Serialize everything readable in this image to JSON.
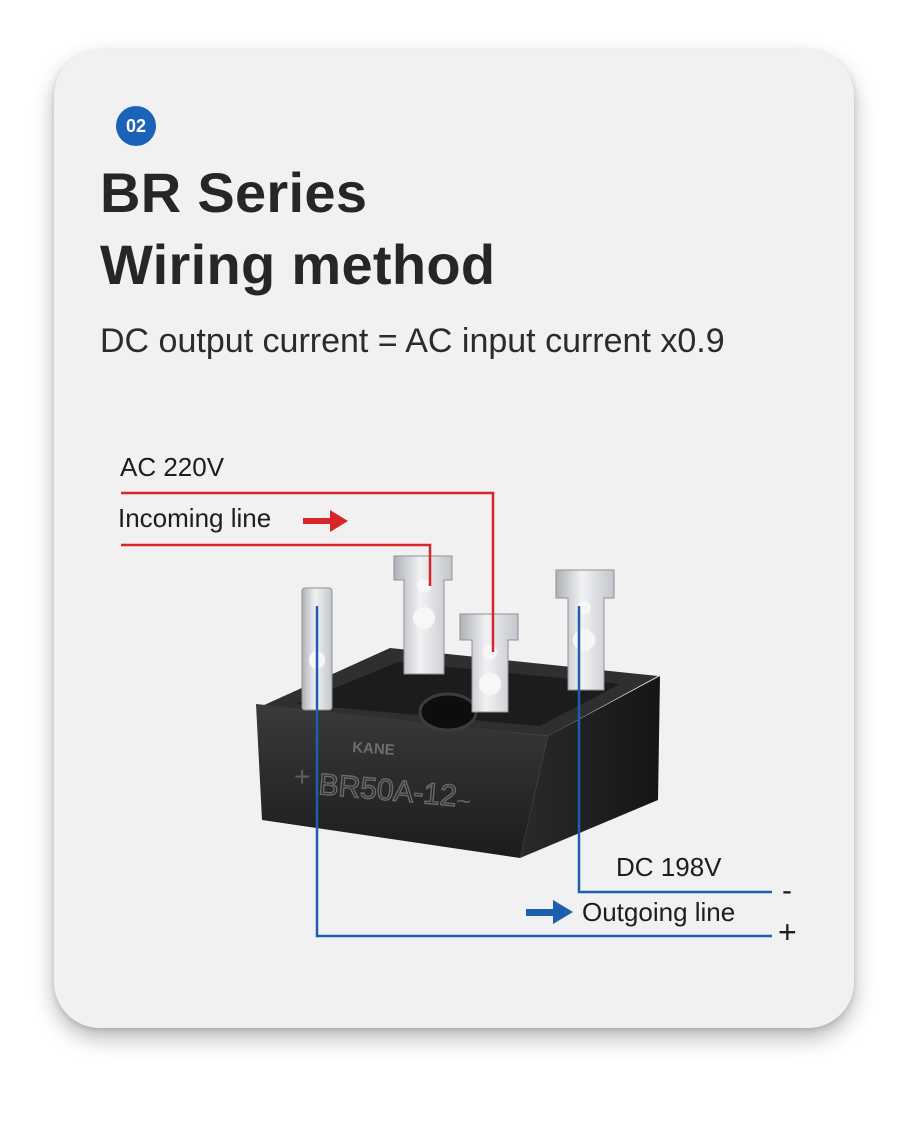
{
  "badge": "02",
  "title_line1": "BR Series",
  "title_line2": "Wiring method",
  "subtitle": "DC output current = AC input current x0.9",
  "diagram": {
    "ac_voltage": "AC 220V",
    "incoming": "Incoming line",
    "dc_voltage": "DC 198V",
    "outgoing": "Outgoing line",
    "minus": "-",
    "plus": "+",
    "brand": "KANE",
    "model_plus": "+",
    "model": "BR50A-12",
    "model_tilde": "~",
    "colors": {
      "ac_line": "#d8252a",
      "dc_line": "#1b5fae",
      "body": "#262626",
      "pin": "#d9dbdf"
    }
  }
}
